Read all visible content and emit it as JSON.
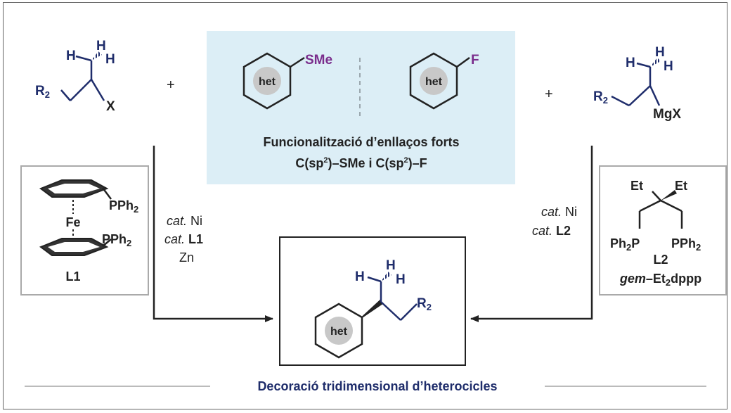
{
  "reactant_left": {
    "h1": "H",
    "h2": "H",
    "r": "R",
    "r_sub": "2",
    "x": "X"
  },
  "plus_left": "+",
  "reactant_right": {
    "h1": "H",
    "h2": "H",
    "r": "R",
    "r_sub": "2",
    "mgx": "MgX"
  },
  "plus_right": "+",
  "substrate_panel": {
    "left_ring_label": "het",
    "left_group": "SMe",
    "right_ring_label": "het",
    "right_group": "F",
    "caption_line1": "Funcionalització d’enllaços forts",
    "caption_line2_a": "C(sp",
    "caption_line2_sup1": "2",
    "caption_line2_b": ")–SMe i C(sp",
    "caption_line2_sup2": "2",
    "caption_line2_c": ")–F",
    "accent_color": "#7a2d8c",
    "panel_color": "#dceef6"
  },
  "ligand_l1": {
    "pph2_top": "PPh",
    "pph2_top_sub": "2",
    "fe": "Fe",
    "pph2_bottom": "PPh",
    "pph2_bottom_sub": "2",
    "label": "L1"
  },
  "conditions_left": {
    "l1_prefix": "cat.",
    "l1_text": " Ni",
    "l2_prefix": "cat.",
    "l2_text": " L1",
    "l3": "Zn"
  },
  "conditions_right": {
    "l1_prefix": "cat.",
    "l1_text": " Ni",
    "l2_prefix": "cat.",
    "l2_text": " L2"
  },
  "ligand_l2": {
    "et1": "Et",
    "et2": "Et",
    "ph2p_a": "Ph",
    "ph2p_sub": "2",
    "ph2p_b": "P",
    "pph2": "PPh",
    "pph2_sub": "2",
    "label": "L2",
    "name_italic": "gem",
    "name_a": "–Et",
    "name_sub": "2",
    "name_b": "dppp"
  },
  "product": {
    "h1": "H",
    "h2": "H",
    "h3": "H",
    "r": "R",
    "r_sub": "2",
    "ring_label": "het"
  },
  "footer_title": "Decoració tridimensional d’heterocicles"
}
